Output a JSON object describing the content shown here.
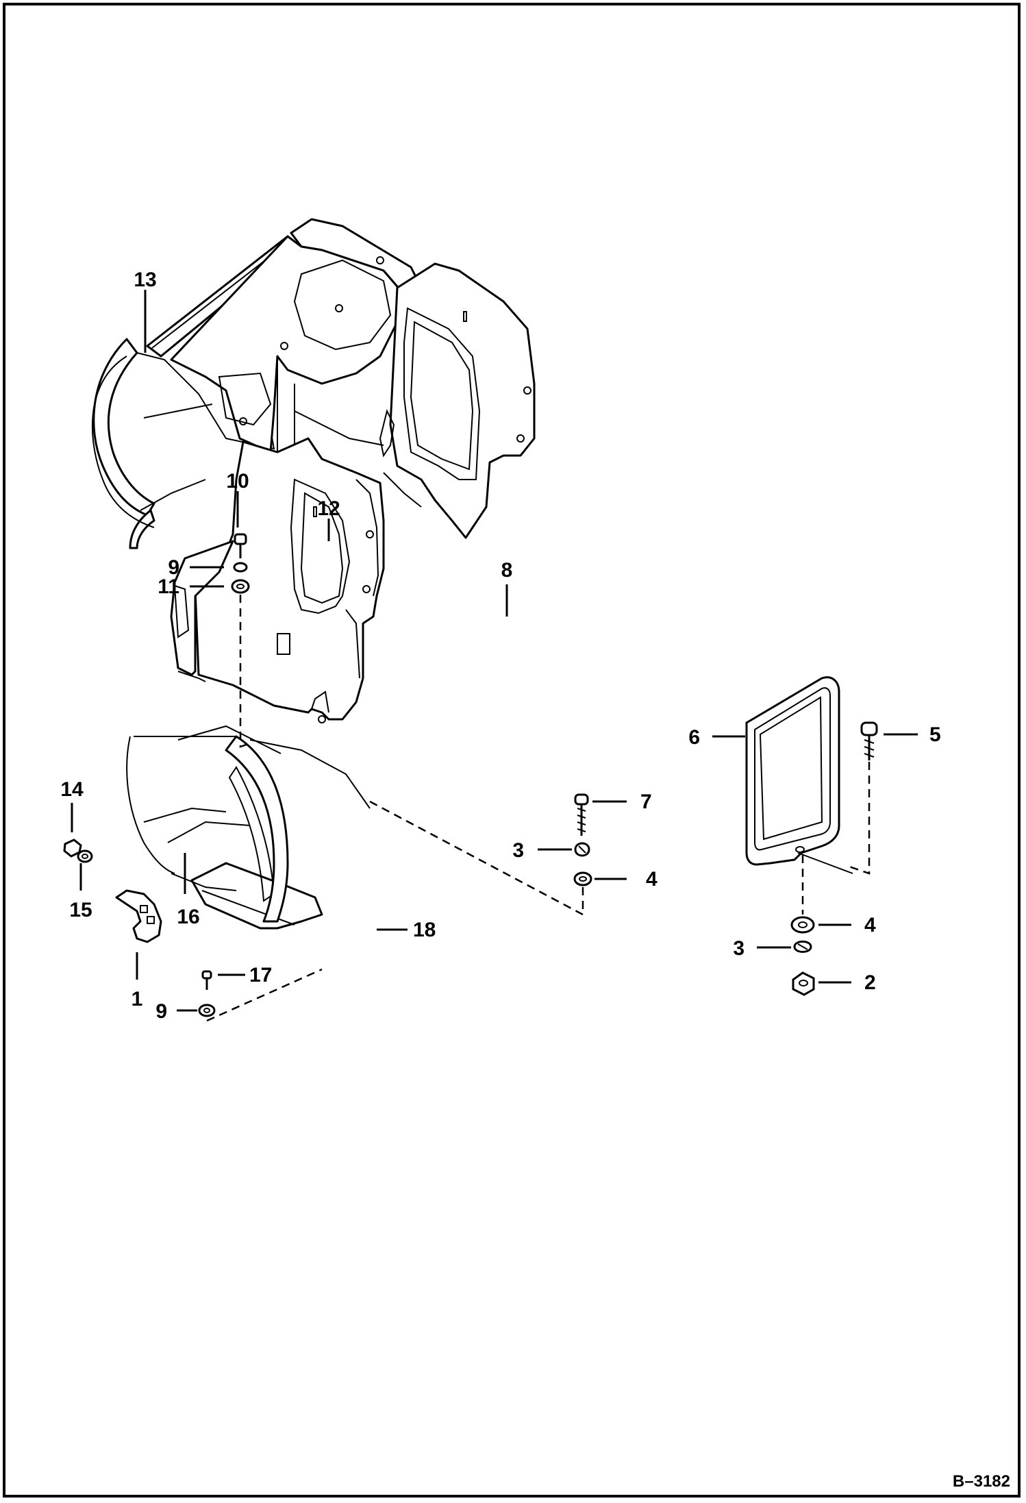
{
  "figure": {
    "id": "B–3182"
  },
  "callouts": [
    {
      "num": "10"
    },
    {
      "num": "9"
    },
    {
      "num": "11"
    },
    {
      "num": "12"
    },
    {
      "num": "8"
    },
    {
      "num": "13"
    },
    {
      "num": "14"
    },
    {
      "num": "15"
    },
    {
      "num": "16"
    },
    {
      "num": "1"
    },
    {
      "num": "17"
    },
    {
      "num": "9"
    },
    {
      "num": "18"
    },
    {
      "num": "7"
    },
    {
      "num": "3"
    },
    {
      "num": "4"
    },
    {
      "num": "6"
    },
    {
      "num": "5"
    },
    {
      "num": "4"
    },
    {
      "num": "3"
    },
    {
      "num": "2"
    }
  ]
}
